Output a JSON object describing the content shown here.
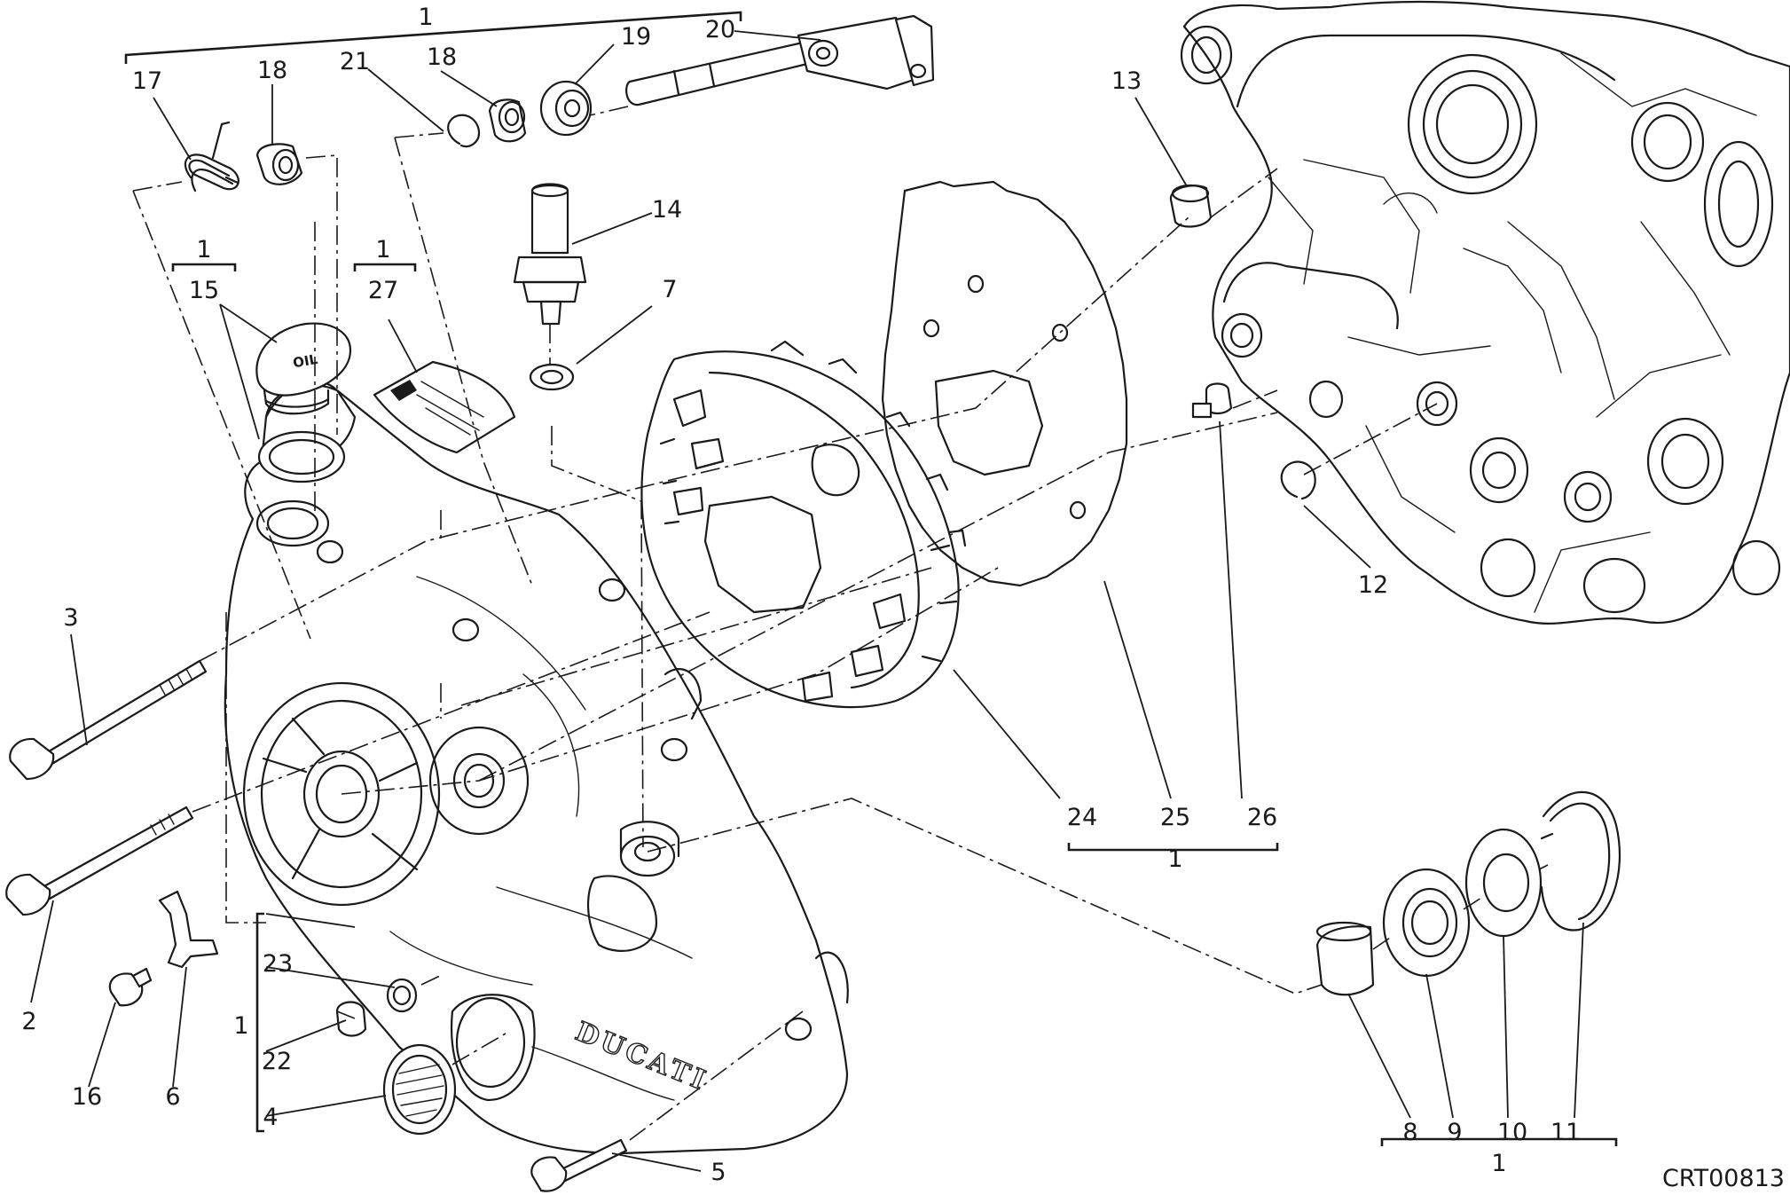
{
  "diagram_code": "CRT00813",
  "brand_text": "DUCATI",
  "oil_text": "OIL",
  "callouts": [
    {
      "id": "c1a",
      "text": "1"
    },
    {
      "id": "c1b",
      "text": "1"
    },
    {
      "id": "c1c",
      "text": "1"
    },
    {
      "id": "c1d",
      "text": "1"
    },
    {
      "id": "c1e",
      "text": "1"
    },
    {
      "id": "c1f",
      "text": "1"
    },
    {
      "id": "c2",
      "text": "2"
    },
    {
      "id": "c3",
      "text": "3"
    },
    {
      "id": "c4",
      "text": "4"
    },
    {
      "id": "c5",
      "text": "5"
    },
    {
      "id": "c6",
      "text": "6"
    },
    {
      "id": "c7",
      "text": "7"
    },
    {
      "id": "c8",
      "text": "8"
    },
    {
      "id": "c9",
      "text": "9"
    },
    {
      "id": "c10",
      "text": "10"
    },
    {
      "id": "c11",
      "text": "11"
    },
    {
      "id": "c12",
      "text": "12"
    },
    {
      "id": "c13",
      "text": "13"
    },
    {
      "id": "c14",
      "text": "14"
    },
    {
      "id": "c15",
      "text": "15"
    },
    {
      "id": "c16",
      "text": "16"
    },
    {
      "id": "c17",
      "text": "17"
    },
    {
      "id": "c18a",
      "text": "18"
    },
    {
      "id": "c18b",
      "text": "18"
    },
    {
      "id": "c19",
      "text": "19"
    },
    {
      "id": "c20",
      "text": "20"
    },
    {
      "id": "c21",
      "text": "21"
    },
    {
      "id": "c22",
      "text": "22"
    },
    {
      "id": "c23",
      "text": "23"
    },
    {
      "id": "c24",
      "text": "24"
    },
    {
      "id": "c25",
      "text": "25"
    },
    {
      "id": "c26",
      "text": "26"
    },
    {
      "id": "c27",
      "text": "27"
    }
  ]
}
